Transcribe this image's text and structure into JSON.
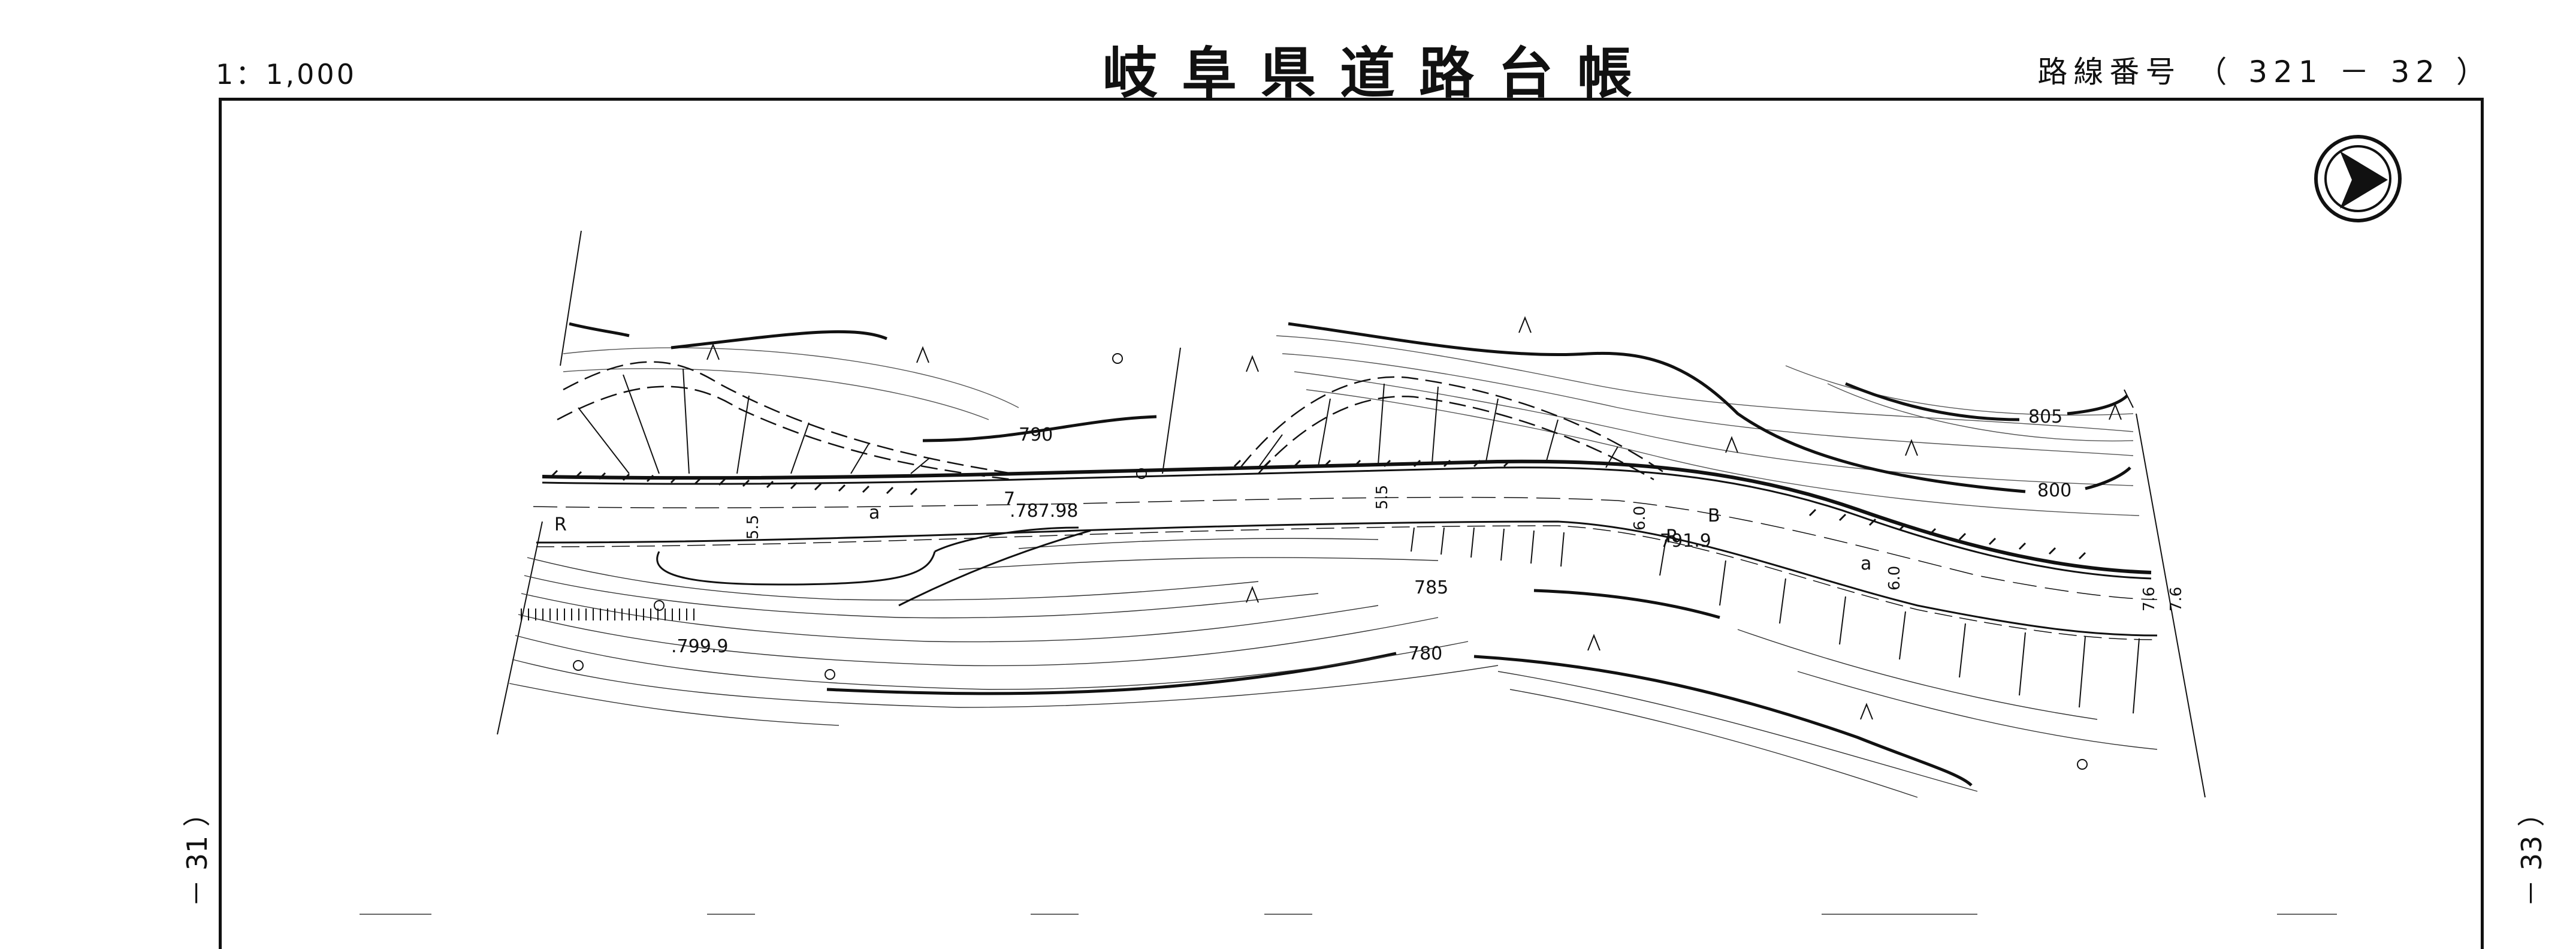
{
  "header": {
    "scale": "1：1,000",
    "title": "岐阜県道路台帳",
    "route_label": "路線番号",
    "route_open": "（",
    "route_number_a": "321",
    "route_dash": "－",
    "route_number_b": "32",
    "route_close": "）"
  },
  "margins": {
    "left_page_ref": "－ 31 ）",
    "right_page_ref": "－ 33 ）"
  },
  "map": {
    "contours": [
      "790",
      "805",
      "800",
      "785",
      "780"
    ],
    "elevations": [
      ".787.98",
      ".799.9",
      "791.9"
    ],
    "widths": [
      "5.5",
      "5.5",
      "6.0",
      "6.0",
      "7.6",
      "7.6"
    ],
    "road_letters": [
      "R",
      "a",
      "7",
      "R",
      "B",
      "a"
    ]
  },
  "icons": {
    "north": "north-arrow-icon"
  }
}
